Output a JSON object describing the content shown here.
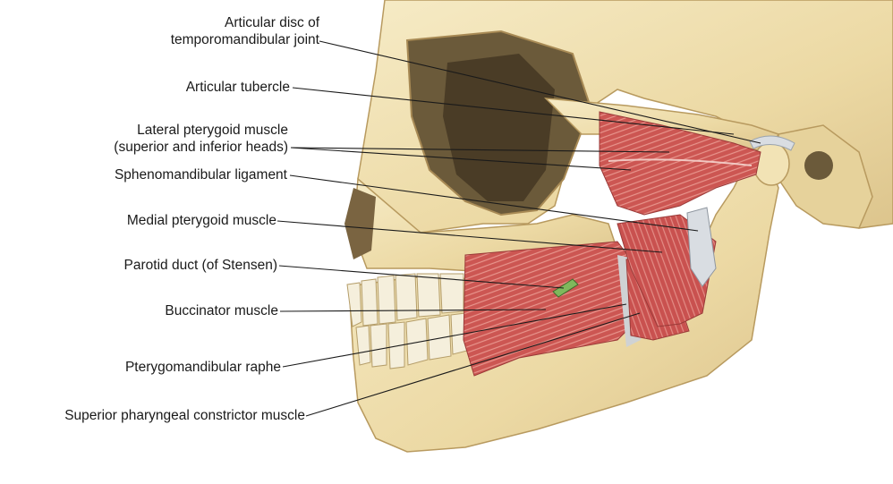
{
  "labels": {
    "articular_disc": [
      "Articular disc of",
      "temporomandibular joint"
    ],
    "articular_tubercle": "Articular tubercle",
    "lateral_pterygoid": [
      "Lateral pterygoid muscle",
      "(superior and inferior heads)"
    ],
    "sphenomandibular": "Sphenomandibular ligament",
    "medial_pterygoid": "Medial pterygoid muscle",
    "parotid_duct": "Parotid duct (of Stensen)",
    "buccinator": "Buccinator muscle",
    "raphe": "Pterygomandibular raphe",
    "constrictor": "Superior pharyngeal constrictor muscle"
  },
  "colors": {
    "bone": "#efdfae",
    "bone_shadow": "#c9b077",
    "muscle": "#cf5a57",
    "muscle_light": "#e79a90",
    "ligament": "#d9dde2",
    "duct": "#7fb85c",
    "leader": "#1a1a1a"
  }
}
